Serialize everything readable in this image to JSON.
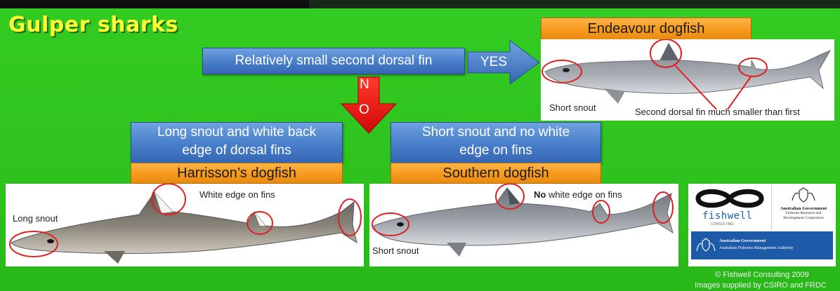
{
  "title": "Gulper sharks",
  "question": "Relatively small second dorsal fin",
  "yes_label": "YES",
  "no_label_1": "N",
  "no_label_2": "O",
  "branch_left": {
    "question_line1": "Long snout and white back",
    "question_line2": "edge of dorsal fins",
    "species": "Harrisson’s dogfish",
    "annotations": {
      "snout": "Long snout",
      "fins": "White edge on fins"
    }
  },
  "branch_right": {
    "question_line1": "Short snout and no white",
    "question_line2": "edge on fins",
    "species": "Southern dogfish",
    "annotations": {
      "snout": "Short snout",
      "fins_bold": "No",
      "fins_rest": " white edge on fins"
    }
  },
  "branch_yes": {
    "species": "Endeavour dogfish",
    "annotations": {
      "snout": "Short snout",
      "fin": "Second dorsal fin much smaller than first"
    }
  },
  "logos": {
    "fishwell": "fishwell",
    "fishwell_sub": "CONSULTING",
    "aus_gov_1": "Australian Government",
    "aus_gov_1_sub": "Fisheries Research and Development Corporation",
    "aus_gov_2": "Australian Government",
    "aus_gov_2_sub": "Australian Fisheries Management Authority"
  },
  "credits": {
    "line1": "© Fishwell Consulting 2009",
    "line2": "Images supplied by CSIRO and FRDC"
  },
  "colors": {
    "background": "#2fc21e",
    "title": "#ffff33",
    "blue_box": "#4a80cc",
    "orange_box": "#f59a1c",
    "arrow_red": "#e01010",
    "ring": "#e02020"
  }
}
